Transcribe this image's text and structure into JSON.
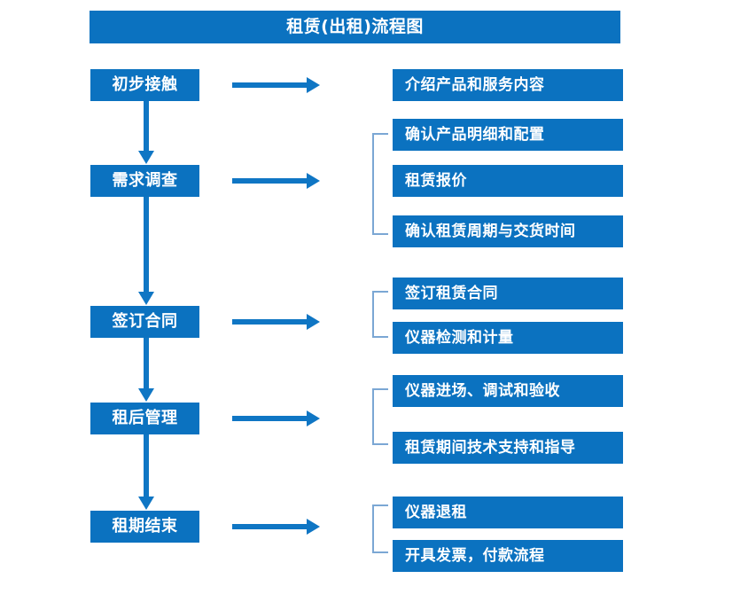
{
  "title": "租赁(出租)流程图",
  "theme": {
    "box_fill": "#0b72c0",
    "box_text": "#ffffff",
    "arrow": "#0f76c4",
    "bracket": "#7ba7d4",
    "background": "#ffffff"
  },
  "stages": [
    {
      "label": "初步接触"
    },
    {
      "label": "需求调查"
    },
    {
      "label": "签订合同"
    },
    {
      "label": "租后管理"
    },
    {
      "label": "租期结束"
    }
  ],
  "details": [
    {
      "label": "介绍产品和服务内容"
    },
    {
      "label": "确认产品明细和配置"
    },
    {
      "label": "租赁报价"
    },
    {
      "label": "确认租赁周期与交货时间"
    },
    {
      "label": "签订租赁合同"
    },
    {
      "label": "仪器检测和计量"
    },
    {
      "label": "仪器进场、调试和验收"
    },
    {
      "label": "租赁期间技术支持和指导"
    },
    {
      "label": "仪器退租"
    },
    {
      "label": "开具发票，付款流程"
    }
  ],
  "connectors": {
    "horizontal_arrow_count": 5,
    "vertical_arrow_count": 4,
    "bracket_count": 4
  }
}
